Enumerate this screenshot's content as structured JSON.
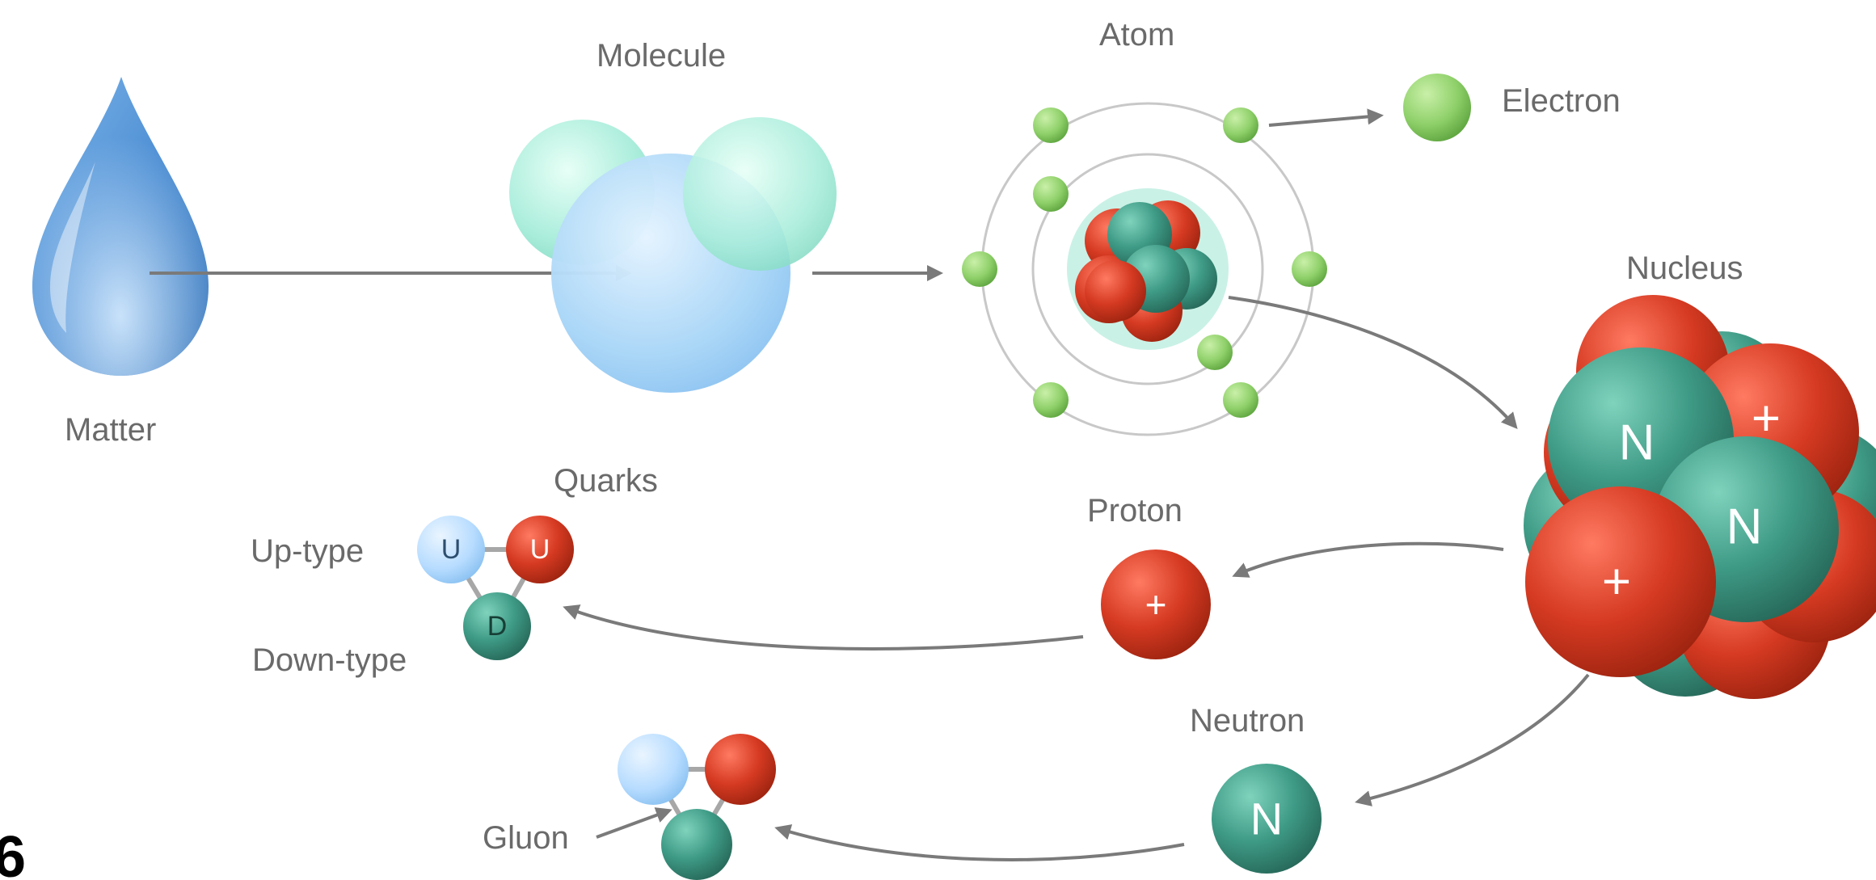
{
  "labels": {
    "matter": "Matter",
    "molecule": "Molecule",
    "atom": "Atom",
    "electron": "Electron",
    "nucleus": "Nucleus",
    "quarks": "Quarks",
    "up_type": "Up-type",
    "down_type": "Down-type",
    "proton": "Proton",
    "neutron": "Neutron",
    "gluon": "Gluon"
  },
  "glyphs": {
    "proton_sign": "+",
    "neutron_sign": "N",
    "nucleus_n": "N",
    "nucleus_plus": "+",
    "quark_up": "U",
    "quark_down": "D",
    "edge_fragment": "6"
  },
  "colors": {
    "proton_red": "#d63a22",
    "neutron_teal": "#3e9a85",
    "electron_green": "#8fd06a",
    "molecule_blue": "#a9d6f7",
    "molecule_aqua": "#a6ecd9",
    "water_blue": "#4e8fd4",
    "quark_light_blue": "#b7dcff",
    "arrow_gray": "#7a7a7a",
    "label_gray": "#6a6a6a"
  }
}
